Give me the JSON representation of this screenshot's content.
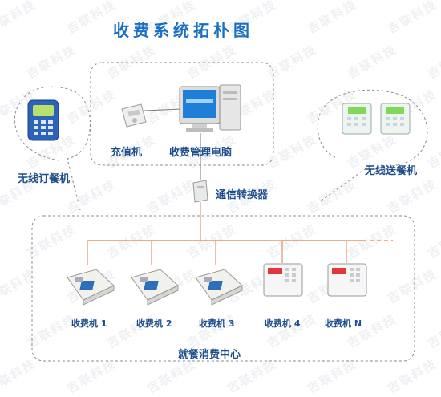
{
  "title": "收费系统拓朴图",
  "watermark": "吉联科技",
  "colors": {
    "title": "#1a6fc4",
    "label": "#1f4e8c",
    "wire": "#d9824a",
    "frame": "#888888"
  },
  "nodes": {
    "recharge": "充值机",
    "pc": "收费管理电脑",
    "converter": "通信转换器",
    "wireless_order": "无线订餐机",
    "wireless_delivery": "无线送餐机",
    "center": "就餐消费中心"
  },
  "terminals": [
    {
      "label": "收费机 1",
      "kind": "terminal"
    },
    {
      "label": "收费机 2",
      "kind": "terminal"
    },
    {
      "label": "收费机 3",
      "kind": "terminal"
    },
    {
      "label": "收费机 4",
      "kind": "wall-unit"
    },
    {
      "label": "收费机 N",
      "kind": "wall-unit"
    }
  ]
}
